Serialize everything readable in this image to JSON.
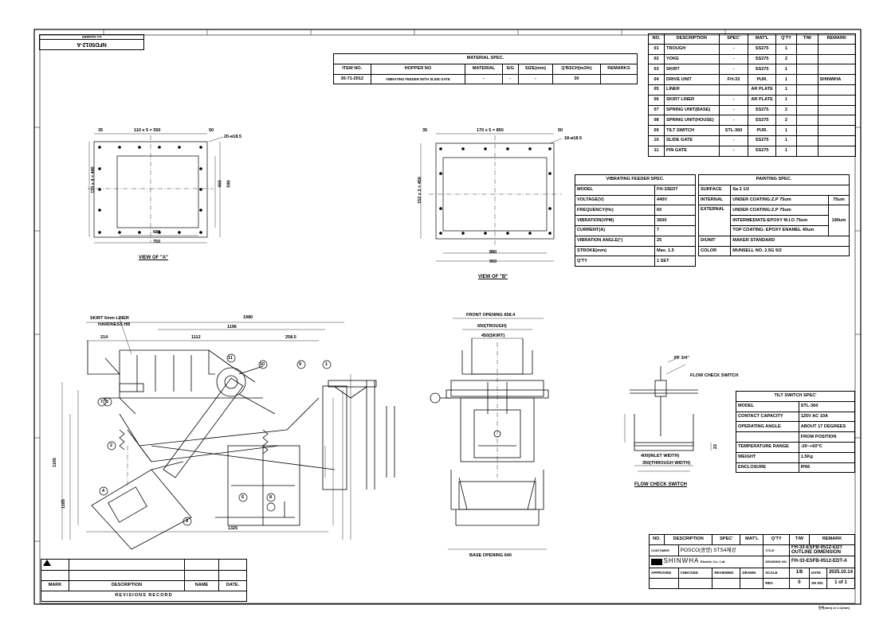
{
  "drawing_no_box": {
    "no": "NFD5012-A",
    "sub": "DO NUMBER"
  },
  "material_spec": {
    "title": "MATERIAL SPEC.",
    "headers": [
      "ITEM NO.",
      "HOPPER NO",
      "MATERIAL",
      "S/G",
      "SIZE(mm)",
      "Q'BSCH(m3/h)",
      "REMARKS"
    ],
    "row": [
      "30-71-2012",
      "VIBRATING FEEDER WITH SLIDE GATE",
      "-",
      "-",
      "-",
      "30",
      ""
    ]
  },
  "parts_list": {
    "headers": [
      "NO.",
      "DESCRIPTION",
      "SPEC'",
      "MAT'L",
      "Q'TY",
      "T/W",
      "REMARK"
    ],
    "rows": [
      [
        "01",
        "TROUGH",
        "-",
        "SS275",
        "1",
        "",
        ""
      ],
      [
        "02",
        "YOKE",
        "-",
        "SS275",
        "2",
        "",
        ""
      ],
      [
        "03",
        "SKIRT",
        "-",
        "SS275",
        "1",
        "",
        ""
      ],
      [
        "04",
        "DRIVE UNIT",
        "FH-33",
        "PUR.",
        "1",
        "",
        "SHINWHA"
      ],
      [
        "05",
        "LINER",
        "",
        "AR PLATE",
        "1",
        "",
        ""
      ],
      [
        "06",
        "SKIRT LINER",
        "-",
        "AR PLATE",
        "1",
        "",
        ""
      ],
      [
        "07",
        "SPRING UNIT(BASE)",
        "-",
        "SS275",
        "2",
        "",
        ""
      ],
      [
        "08",
        "SPRING UNIT(HOUSE)",
        "-",
        "SS275",
        "2",
        "",
        ""
      ],
      [
        "09",
        "TILT SWITCH",
        "STL-360",
        "PUR.",
        "1",
        "",
        ""
      ],
      [
        "10",
        "SLIDE GATE",
        "-",
        "SS275",
        "1",
        "",
        ""
      ],
      [
        "11",
        "PIN GATE",
        "-",
        "SS275",
        "1",
        "",
        ""
      ]
    ]
  },
  "feeder_spec": {
    "title": "VIBRATING FEEDER SPEC.",
    "rows": [
      [
        "MODEL",
        "FH-33EDT"
      ],
      [
        "VOLTAGE(V)",
        "440V"
      ],
      [
        "FREQUENCY(Hz)",
        "60"
      ],
      [
        "VIBRATION(VPM)",
        "3600"
      ],
      [
        "CURRENT(A)",
        "7"
      ],
      [
        "VIBRATION ANGLE(°)",
        "25"
      ],
      [
        "STROKE(mm)",
        "Max. 1.5"
      ],
      [
        "Q'TY",
        "1 SET"
      ]
    ]
  },
  "painting_spec": {
    "title": "PAINTING SPEC.",
    "surface_label": "SURFACE",
    "surface_value": "Sa 2 1/2",
    "internal_label": "INTERNAL",
    "internal_value": "UNDER COATING:Z.P 75um",
    "internal_total": "75um",
    "external_label": "EXTERNAL",
    "external_rows": [
      "UNDER COATING:Z.P 75um",
      "INTERMEDIATE:EPOXY M.I.O 75um",
      "TOP COATING: EPOXY ENAMEL 40um"
    ],
    "external_total": "190um",
    "unit_label": "D/UNIT",
    "unit_value": "MAKER STANDARD",
    "color_label": "COLOR",
    "color_value": "MUNSELL NO. 2.5G 5/2"
  },
  "tilt_spec": {
    "title": "TILT SWITCH SPEC'",
    "rows": [
      [
        "MODEL",
        "STL-360"
      ],
      [
        "CONTACT CAPACITY",
        "125V AC 10A"
      ],
      [
        "OPERATING ANGLE",
        "ABOUT 17 DEGREES"
      ],
      [
        "",
        "FROM POSITION"
      ],
      [
        "TEMPERATURE RANGE",
        "-20~+60°C"
      ],
      [
        "WEIGHT",
        "1.5Kg"
      ],
      [
        "ENCLOSURE",
        "IP66"
      ]
    ]
  },
  "views": {
    "view_a": "VIEW OF \"A\"",
    "view_b": "VIEW OF \"B\"",
    "flow_switch": "FLOW CHECK SWITCH",
    "flow_switch_label": "FLOW CHECK SWITCH",
    "a_top": "110 x 5 = 550",
    "a_top_l": "35",
    "a_top_r": "50",
    "a_holes": "20-ø18.5",
    "a_left": "110 x 4 = 440",
    "a_inner_w": "680",
    "a_outer_w": "750",
    "a_h1": "460",
    "a_h2": "590",
    "b_top": "170 x 5 = 850",
    "b_top_l": "35",
    "b_top_r": "50",
    "b_holes": "18-ø18.5",
    "b_left": "152 x 3 = 456",
    "b_inner_w": "880",
    "b_outer_w": "950",
    "main_overall": "1980",
    "main_1196": "1196",
    "main_1112": "1112",
    "main_258": "258.5",
    "main_214": "214",
    "main_l1": "1165",
    "main_l2": "1185",
    "main_bottom": "1325",
    "front_opening": "FRONT OPENING 658.4",
    "front_trough": "650(TROUGH)",
    "front_skirt": "450(SKIRT)",
    "front_bottom": "BASE OPENING 640",
    "skirt_liner": "SKIRT 6mm LINER",
    "hardness": "HARDNESS HB",
    "pf": "PF 3/4\"",
    "fl_400": "400(INLET WIDTH)",
    "fl_350": "350(THROUGH WIDTH)",
    "fl_22": "22"
  },
  "revision": {
    "mark": "MARK",
    "description": "DESCRIPTION",
    "name": "NAME",
    "date": "DATE.",
    "title": "REVISIONS RECORD"
  },
  "title_block": {
    "headers": [
      "NO.",
      "DESCRIPTION",
      "SPEC'",
      "MAT'L",
      "Q'TY",
      "T/W",
      "REMARK"
    ],
    "customer_label": "CUSTOMER",
    "customer": "POSCO(광양) STS4제강",
    "title_label": "TITLE",
    "title1": "FH-33-ESFB-0512-EDT",
    "title2": "OUTLINE DIMENSION",
    "drawing_no_label": "DRAWING NO.",
    "drawing_no": "FH-33-ESFB-0512-EDT-A",
    "company": "SHINWHA",
    "company_sub": "Electric Co., Ltd.",
    "approved": "APPROVED",
    "checked": "CHECKED",
    "reviewed": "REVIEWED",
    "drawn": "DRAWN",
    "scale_label": "SCALE",
    "scale": "1/8",
    "date_label": "DATE",
    "date": "2025.10.14",
    "rev_label": "REV.",
    "rev": "0",
    "sheet_label": "SH NO.",
    "sheet_no": "1",
    "of": "of",
    "sheets": "1",
    "units": "단위(mm) or 1:1(mm)"
  },
  "balloons": [
    "11",
    "10",
    "9",
    "1",
    "7",
    "5",
    "2",
    "4",
    "3",
    "6",
    "8"
  ]
}
